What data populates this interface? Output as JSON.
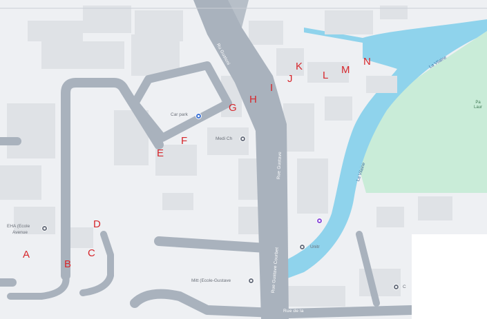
{
  "map": {
    "colors": {
      "land": "#eef0f3",
      "building": "#dfe2e6",
      "road": "#a9b2bd",
      "water": "#8fd3ec",
      "park": "#c9ecd8"
    },
    "marker_letters": [
      "A",
      "B",
      "C",
      "D",
      "E",
      "F",
      "G",
      "H",
      "I",
      "J",
      "K",
      "L",
      "M",
      "N"
    ],
    "place_labels": {
      "car_park": "Car park",
      "medical": "Medi Ch",
      "school_left": "EHA (Ecole",
      "school_left_2": "Avenue",
      "middle_school": "Mitt (Ecole-Gustave",
      "shop": "Unitr",
      "bottom_right": "C"
    },
    "road_labels": {
      "top_road": "Ru Gustoni",
      "main_road": "Rue Gustave",
      "lower_road": "Rue Gustave Courbet",
      "bottom_road": "Rue de la"
    },
    "water_labels": {
      "river_top": "La Vilaine",
      "river_mid": "La Vilaine"
    },
    "park_label": "Pa\nLaur"
  }
}
